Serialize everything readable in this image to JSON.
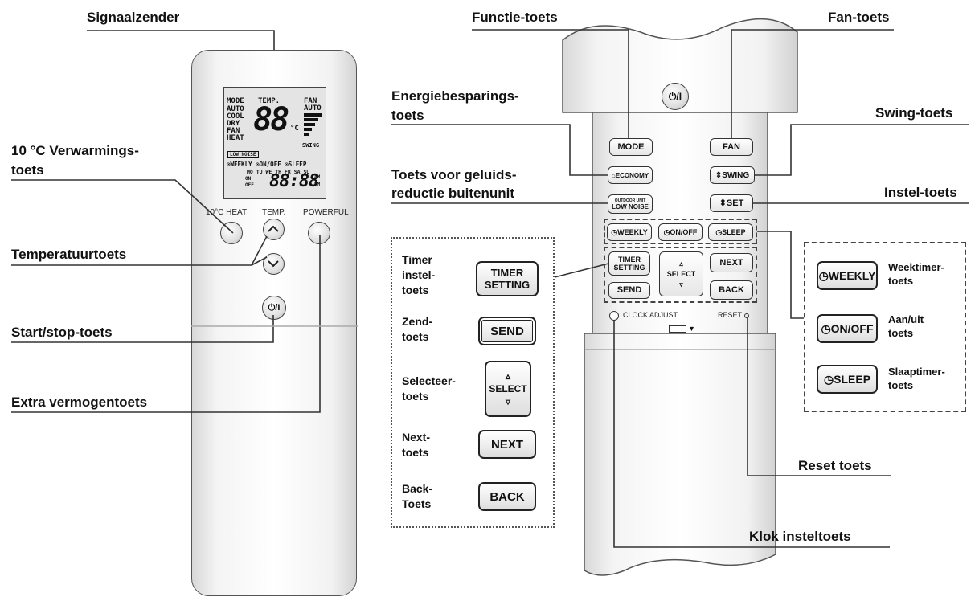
{
  "labels": {
    "signaalzender": "Signaalzender",
    "verwarmings_1": "10 °C Verwarmings-",
    "verwarmings_2": "toets",
    "temperatuur": "Temperatuurtoets",
    "startstop": "Start/stop-toets",
    "extra": "Extra vermogentoets",
    "functie": "Functie-toets",
    "fan": "Fan-toets",
    "energie_1": "Energiebesparings-",
    "energie_2": "toets",
    "swing": "Swing-toets",
    "geluid_1": "Toets voor geluids-",
    "geluid_2": "reductie buitenunit",
    "instel": "Instel-toets",
    "reset": "Reset toets",
    "klok": "Klok insteltoets"
  },
  "remote1": {
    "lcd_mode": "MODE",
    "lcd_modes": [
      "AUTO",
      "COOL",
      "DRY",
      "FAN",
      "HEAT"
    ],
    "lcd_temp": "TEMP.",
    "lcd_digits": "88",
    "lcd_unit": "°C",
    "lcd_fan": "FAN",
    "lcd_fan_auto": "AUTO",
    "lcd_swing": "SWING",
    "lcd_low_noise": "LOW NOISE",
    "lcd_timer_row": "⊙WEEKLY ⊙ON/OFF ⊙SLEEP",
    "lcd_days": "MO TU WE TH FR SA SU",
    "lcd_time": "88:88",
    "lcd_am": "AM",
    "lcd_pm": "PM",
    "lcd_on": "ON",
    "lcd_off": "OFF",
    "btn_heat": "10°C HEAT",
    "btn_temp": "TEMP.",
    "btn_powerful": "POWERFUL",
    "btn_power": "⏻/I"
  },
  "remote2": {
    "power": "⏻/I",
    "mode": "MODE",
    "fan": "FAN",
    "economy": "ECONOMY",
    "swing": "SWING",
    "outdoor_small": "OUTDOOR UNIT",
    "low_noise": "LOW NOISE",
    "set": "SET",
    "weekly": "WEEKLY",
    "onoff": "ON/OFF",
    "sleep": "SLEEP",
    "timer_setting_1": "TIMER",
    "timer_setting_2": "SETTING",
    "select": "SELECT",
    "next": "NEXT",
    "send": "SEND",
    "back": "BACK",
    "clock_adjust": "CLOCK ADJUST",
    "reset": "RESET"
  },
  "legend_left": {
    "timer_lbl_1": "Timer",
    "timer_lbl_2": "instel-",
    "timer_lbl_3": "toets",
    "timer_btn_1": "TIMER",
    "timer_btn_2": "SETTING",
    "zend_lbl_1": "Zend-",
    "zend_lbl_2": "toets",
    "send_btn": "SEND",
    "select_lbl_1": "Selecteer-",
    "select_lbl_2": "toets",
    "select_btn": "SELECT",
    "next_lbl_1": "Next-",
    "next_lbl_2": "toets",
    "next_btn": "NEXT",
    "back_lbl_1": "Back-",
    "back_lbl_2": "Toets",
    "back_btn": "BACK"
  },
  "legend_right": {
    "weekly_btn": "WEEKLY",
    "weekly_lbl_1": "Weektimer-",
    "weekly_lbl_2": "toets",
    "onoff_btn": "ON/OFF",
    "onoff_lbl_1": "Aan/uit",
    "onoff_lbl_2": "toets",
    "sleep_btn": "SLEEP",
    "sleep_lbl_1": "Slaaptimer-",
    "sleep_lbl_2": "toets"
  }
}
